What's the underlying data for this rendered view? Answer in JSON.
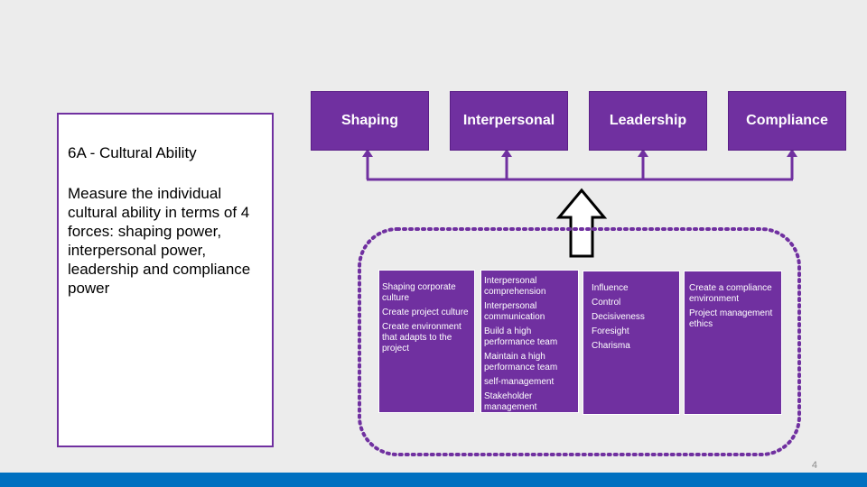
{
  "description_box": {
    "title": "6A - Cultural Ability",
    "text": "Measure the individual cultural ability in terms of 4 forces: shaping power, interpersonal power, leadership and compliance power"
  },
  "forces": [
    {
      "label": "Shaping"
    },
    {
      "label": "Interpersonal"
    },
    {
      "label": "Leadership"
    },
    {
      "label": "Compliance"
    }
  ],
  "details": [
    {
      "items": [
        "Shaping corporate culture",
        "Create project culture",
        "Create environment that adapts to the project"
      ]
    },
    {
      "items": [
        "Interpersonal comprehension",
        "Interpersonal communication",
        "Build a high performance team",
        "Maintain a high performance team",
        "self-management",
        "Stakeholder management"
      ]
    },
    {
      "items": [
        "Influence",
        "Control",
        "Decisiveness",
        "Foresight",
        "Charisma"
      ]
    },
    {
      "items": [
        "Create a compliance environment",
        "Project management  ethics"
      ]
    }
  ],
  "page_number": "4",
  "colors": {
    "accent": "#7030a0",
    "footer": "#0070c0"
  }
}
